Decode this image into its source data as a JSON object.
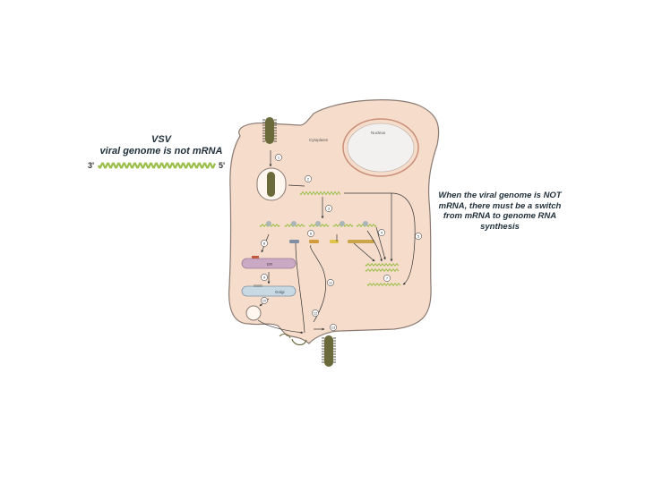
{
  "title": {
    "line1": "VSV",
    "line2": "viral genome is not mRNA"
  },
  "genome_ends": {
    "left": "3'",
    "right": "5'"
  },
  "cell": {
    "cytoplasm_label": "Cytoplasm",
    "nucleus_label": "Nucleus",
    "er_label": "ER",
    "golgi_label": "Golgi"
  },
  "steps": [
    "1",
    "2",
    "3",
    "4",
    "5",
    "6",
    "7",
    "8",
    "9",
    "10",
    "11",
    "12",
    "13"
  ],
  "note": "When the viral genome is NOT mRNA, there must be a switch from mRNA to genome RNA synthesis",
  "colors": {
    "cell_fill": "#f6dccb",
    "cell_stroke": "#8a7a72",
    "nucleus_fill": "#f3f1f0",
    "nucleus_ring": "#c98f79",
    "virion": "#6b6a3a",
    "rna": "#9bbf4a",
    "er": "#c9a9c4",
    "golgi": "#c8d9e3"
  }
}
